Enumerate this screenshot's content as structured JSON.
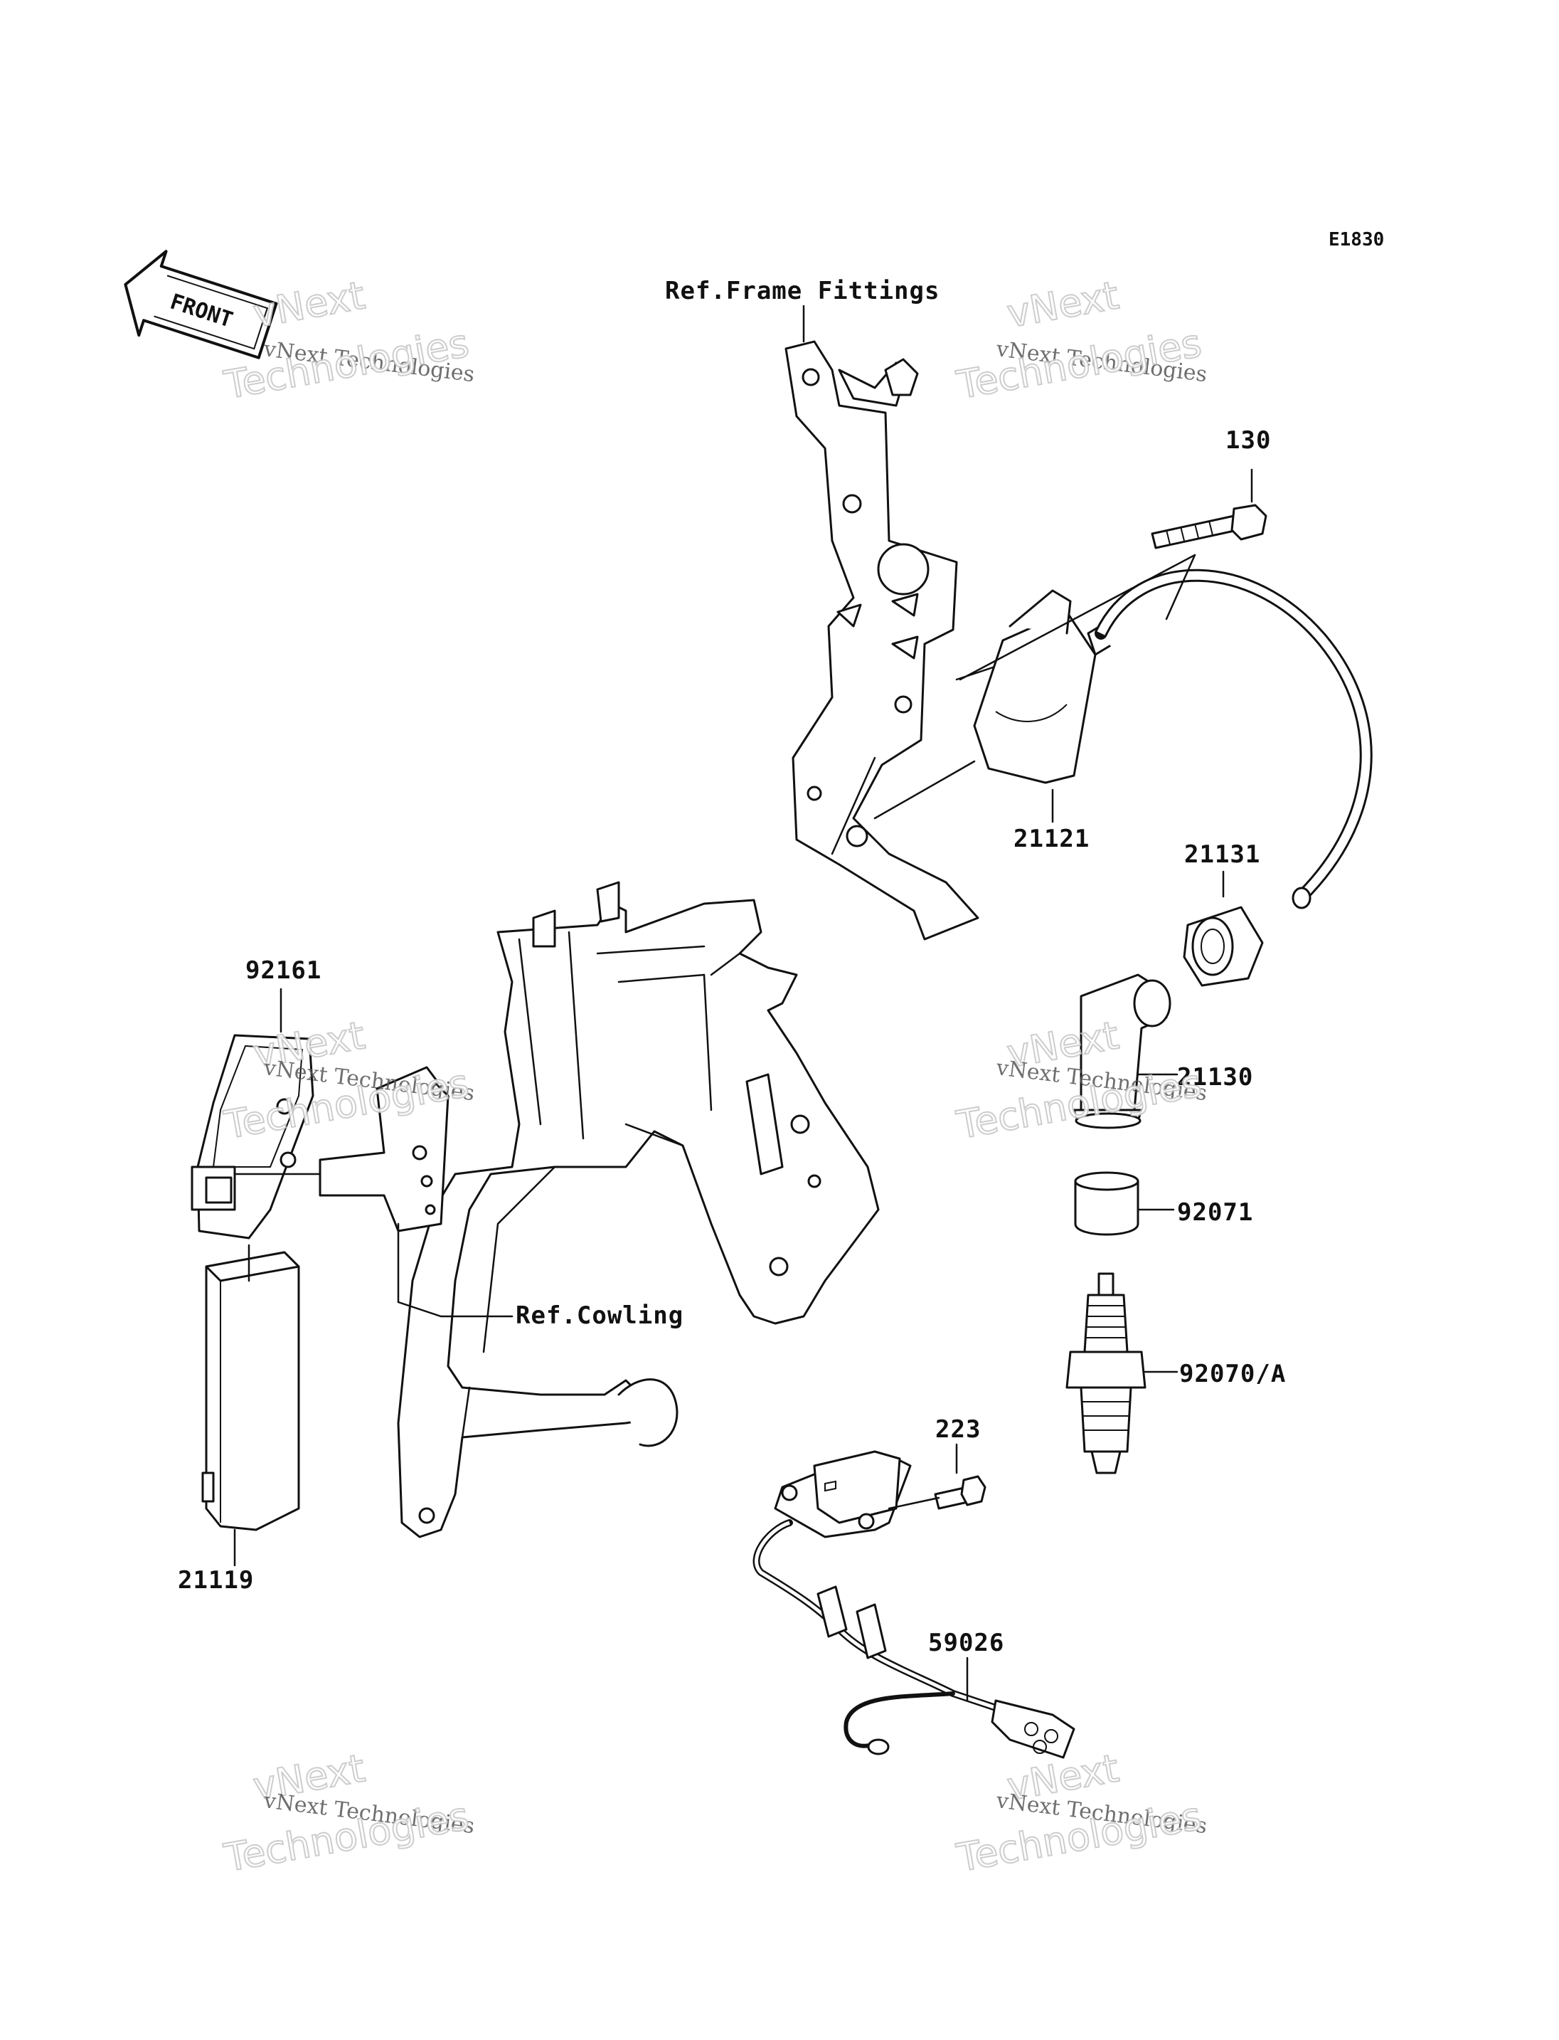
{
  "diagram_code": "E1830",
  "front_label": "FRONT",
  "references": {
    "frame_fittings": "Ref.Frame Fittings",
    "cowling": "Ref.Cowling"
  },
  "callouts": {
    "p130": "130",
    "p21121": "21121",
    "p21131": "21131",
    "p21130": "21130",
    "p92071": "92071",
    "p92070a": "92070/A",
    "p223": "223",
    "p59026": "59026",
    "p92161": "92161",
    "p21119": "21119"
  },
  "watermark": {
    "brand_small": "vNext Technologies",
    "brand_big_1": "vNext",
    "brand_big_2": "Technologies"
  }
}
